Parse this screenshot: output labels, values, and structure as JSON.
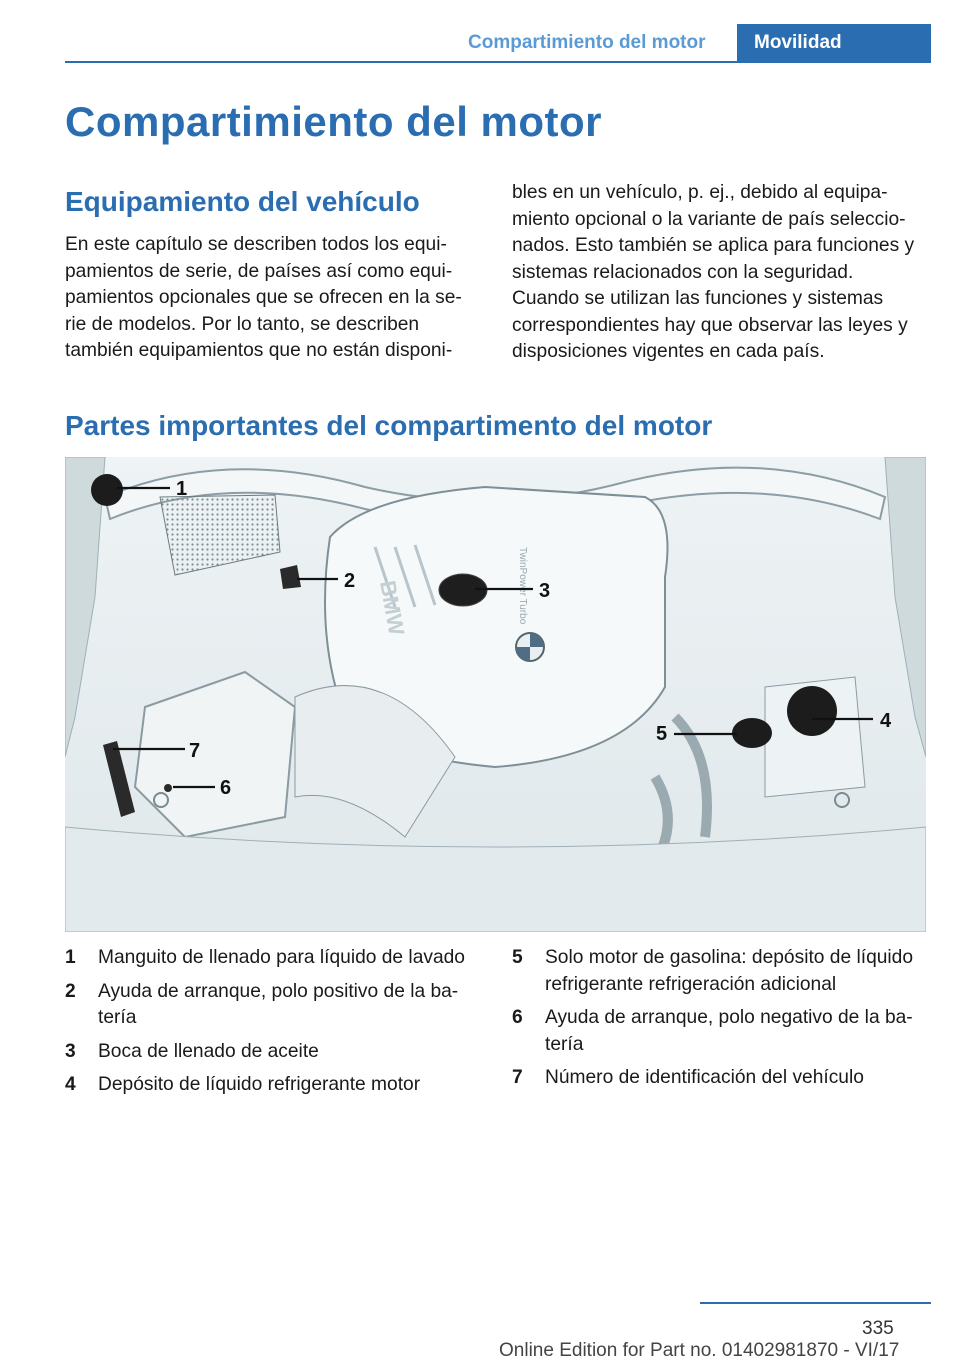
{
  "header": {
    "section": "Compartimiento del motor",
    "tab": "Movilidad"
  },
  "title": "Compartimiento del motor",
  "equip": {
    "heading": "Equipamiento del vehículo",
    "left_lines": [
      "En este capítulo se describen todos los equi‐",
      "pamientos de serie, de países así como equi‐",
      "pamientos opcionales que se ofrecen en la se‐",
      "rie de modelos. Por lo tanto, se describen",
      "también equipamientos que no están disponi‐"
    ],
    "right_lines": [
      "bles en un vehículo, p. ej., debido al equipa‐",
      "miento opcional o la variante de país seleccio‐",
      "nados. Esto también se aplica para funciones y",
      "sistemas relacionados con la seguridad.",
      "Cuando se utilizan las funciones y sistemas",
      "correspondientes hay que observar las leyes y",
      "disposiciones vigentes en cada país."
    ]
  },
  "parts": {
    "heading": "Partes importantes del compartimento del motor",
    "figure": {
      "callouts": [
        "1",
        "2",
        "3",
        "4",
        "5",
        "6",
        "7"
      ],
      "engine_cover_text": "BMW",
      "engine_badge_text": "TwinPower Turbo"
    },
    "items_left": [
      {
        "num": "1",
        "text": "Manguito de llenado para líquido de lavado"
      },
      {
        "num": "2",
        "text": "Ayuda de arranque, polo positivo de la ba‐ tería"
      },
      {
        "num": "3",
        "text": "Boca de llenado de aceite"
      },
      {
        "num": "4",
        "text": "Depósito de líquido refrigerante motor"
      }
    ],
    "items_right": [
      {
        "num": "5",
        "text": "Solo motor de gasolina: depósito de líquido refrigerante refrigeración adicional"
      },
      {
        "num": "6",
        "text": "Ayuda de arranque, polo negativo de la ba‐ tería"
      },
      {
        "num": "7",
        "text": "Número de identificación del vehículo"
      }
    ]
  },
  "page_number": "335",
  "footer": "Online Edition for Part no. 01402981870 - VI/17"
}
